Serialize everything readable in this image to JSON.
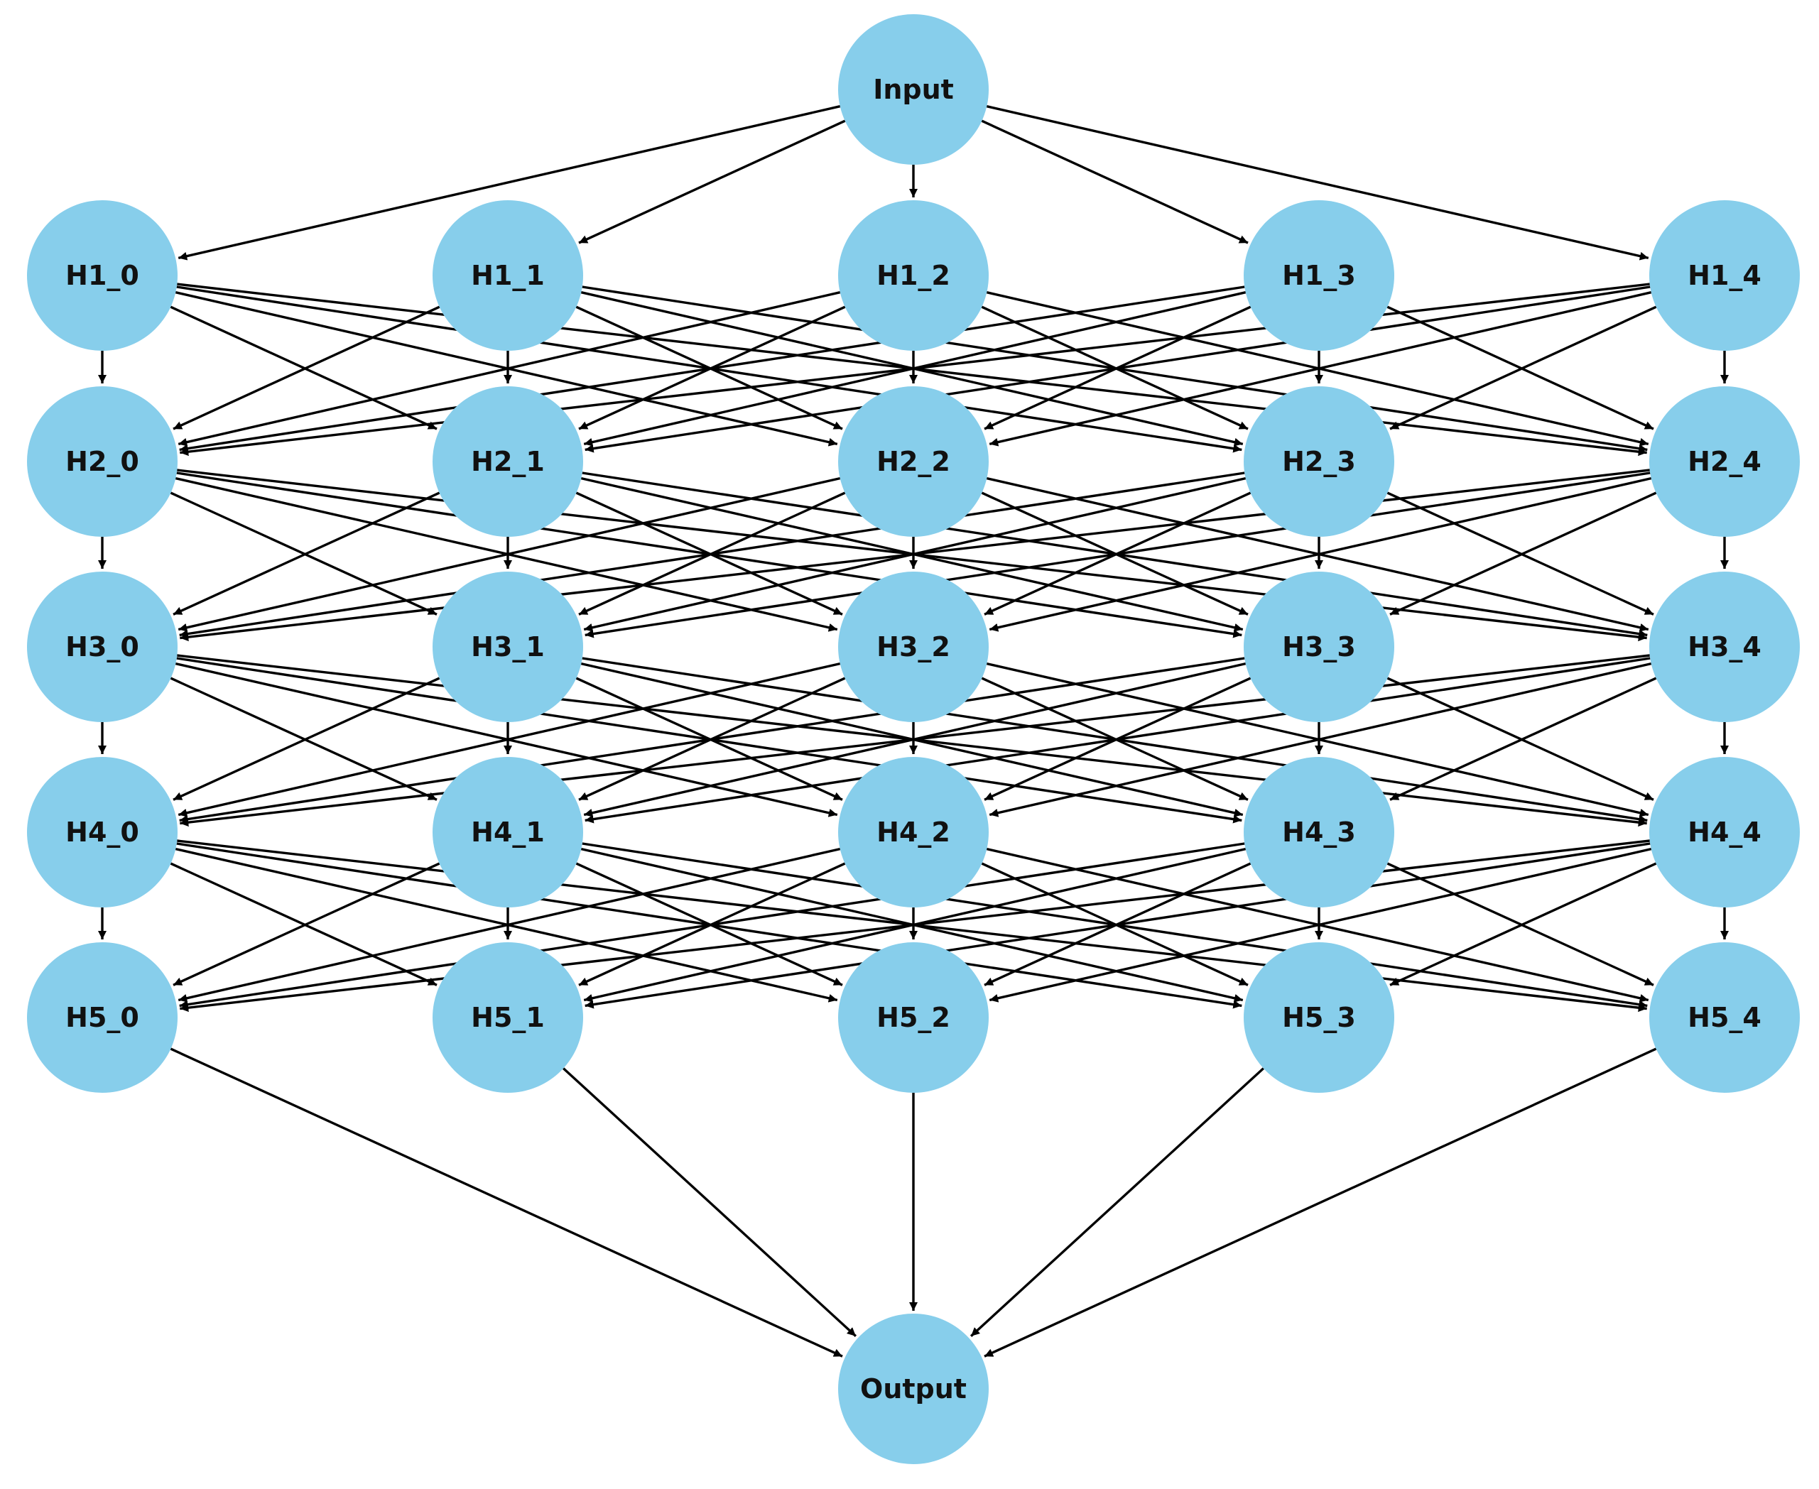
{
  "colors": {
    "node_fill": "#87CEEB",
    "edge": "#000000",
    "label": "#111111",
    "background": "#ffffff"
  },
  "nodes": {
    "input": "Input",
    "output": "Output",
    "hidden": [
      [
        "H1_0",
        "H1_1",
        "H1_2",
        "H1_3",
        "H1_4"
      ],
      [
        "H2_0",
        "H2_1",
        "H2_2",
        "H2_3",
        "H2_4"
      ],
      [
        "H3_0",
        "H3_1",
        "H3_2",
        "H3_3",
        "H3_4"
      ],
      [
        "H4_0",
        "H4_1",
        "H4_2",
        "H4_3",
        "H4_4"
      ],
      [
        "H5_0",
        "H5_1",
        "H5_2",
        "H5_3",
        "H5_4"
      ]
    ]
  },
  "edges": {
    "input_to_first_layer": "all",
    "between_hidden_layers": "fully_connected",
    "last_layer_to_output": "all"
  }
}
